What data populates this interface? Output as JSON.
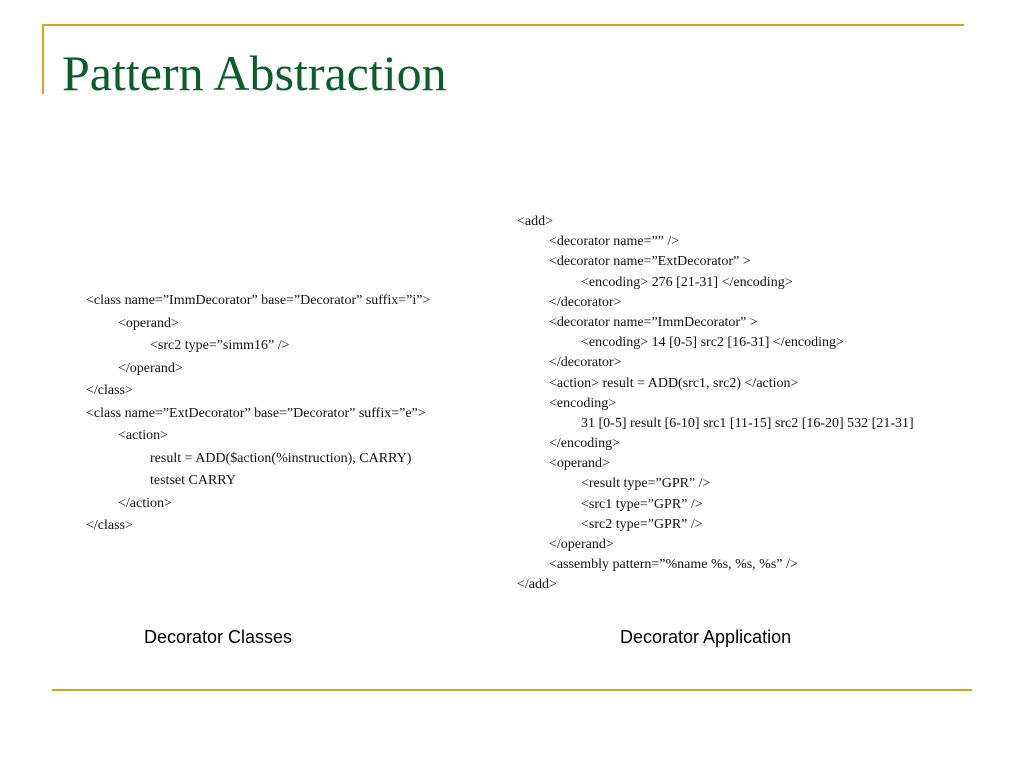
{
  "slide": {
    "title": "Pattern Abstraction",
    "accent_color": "#d9a521",
    "title_color": "#0b5e2a"
  },
  "decorator_classes": {
    "lines": [
      "<class name=”ImmDecorator” base=”Decorator” suffix=”i”>",
      "<operand>",
      "<src2 type=”simm16” />",
      "</operand>",
      "</class>",
      "<class name=”ExtDecorator” base=”Decorator” suffix=”e”>",
      "<action>",
      "result = ADD($action(%instruction), CARRY)",
      "testset CARRY",
      "</action>",
      "</class>"
    ],
    "caption": "Decorator Classes"
  },
  "decorator_application": {
    "lines": [
      "<add>",
      "<decorator name=”” />",
      "<decorator name=”ExtDecorator” >",
      "<encoding> 276 [21-31] </encoding>",
      "</decorator>",
      "<decorator name=”ImmDecorator” >",
      "<encoding> 14 [0-5] src2 [16-31] </encoding>",
      "</decorator>",
      "<action> result = ADD(src1, src2) </action>",
      "<encoding>",
      "31 [0-5] result [6-10] src1 [11-15] src2 [16-20] 532 [21-31]",
      "</encoding>",
      "<operand>",
      "<result type=”GPR” />",
      "<src1 type=”GPR” />",
      "<src2 type=”GPR” />",
      "</operand>",
      "<assembly pattern=”%name %s, %s, %s” />",
      "</add>"
    ],
    "caption": "Decorator Application"
  }
}
